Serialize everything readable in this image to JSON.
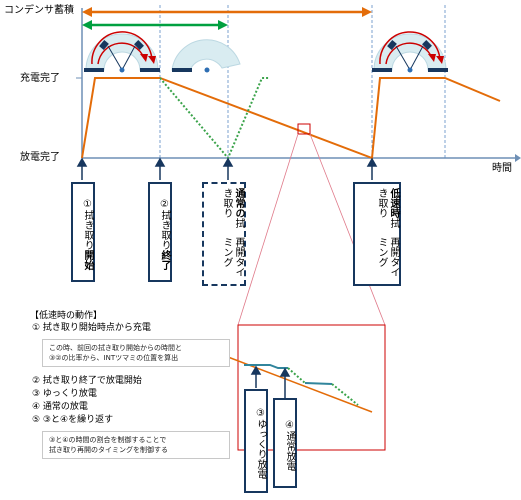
{
  "labels": {
    "capacitor_storage": "コンデンサ蓄積",
    "charge_complete": "充電完了",
    "discharge_complete": "放電完了",
    "time": "時間"
  },
  "boxes": {
    "box1": {
      "num": "①",
      "text_a": "拭き取り",
      "text_b": "開始"
    },
    "box2": {
      "num": "②",
      "text_a": "拭き取り",
      "text_b": "終了"
    },
    "box3": {
      "text_a": "通常の",
      "text_b": "拭き取り",
      "line2": "再開タイミング"
    },
    "box4": {
      "text_a": "低速時",
      "text_b": "拭き取り",
      "line2": "再開タイミング"
    },
    "zoom_box_3": {
      "num": "③",
      "text": "ゆっくり放電"
    },
    "zoom_box_4": {
      "num": "④",
      "text": "通常放電"
    }
  },
  "legend": {
    "title": "【低速時の動作】",
    "step1": "① 拭き取り開始時点から充電",
    "note1_line1": "この時、前回の拭き取り開始からの時間と",
    "note1_line2": "③②の比率から、INTツマミの位置を算出",
    "step2": "② 拭き取り終了で放電開始",
    "step3": "③ ゆっくり放電",
    "step4": "④ 通常の放電",
    "step5": "⑤ ③と④を繰り返す",
    "note2_line1": "③と④の時間の割合を制御することで",
    "note2_line2": "拭き取り再開のタイミングを制御する"
  },
  "colors": {
    "orange": "#e36c09",
    "green": "#00a040",
    "dotted_green": "#3aa34a",
    "navy": "#17375e",
    "red": "#cc0000",
    "pink": "#e07a8a",
    "teal": "#31859c",
    "gauge_fill": "#d9ecf1"
  }
}
